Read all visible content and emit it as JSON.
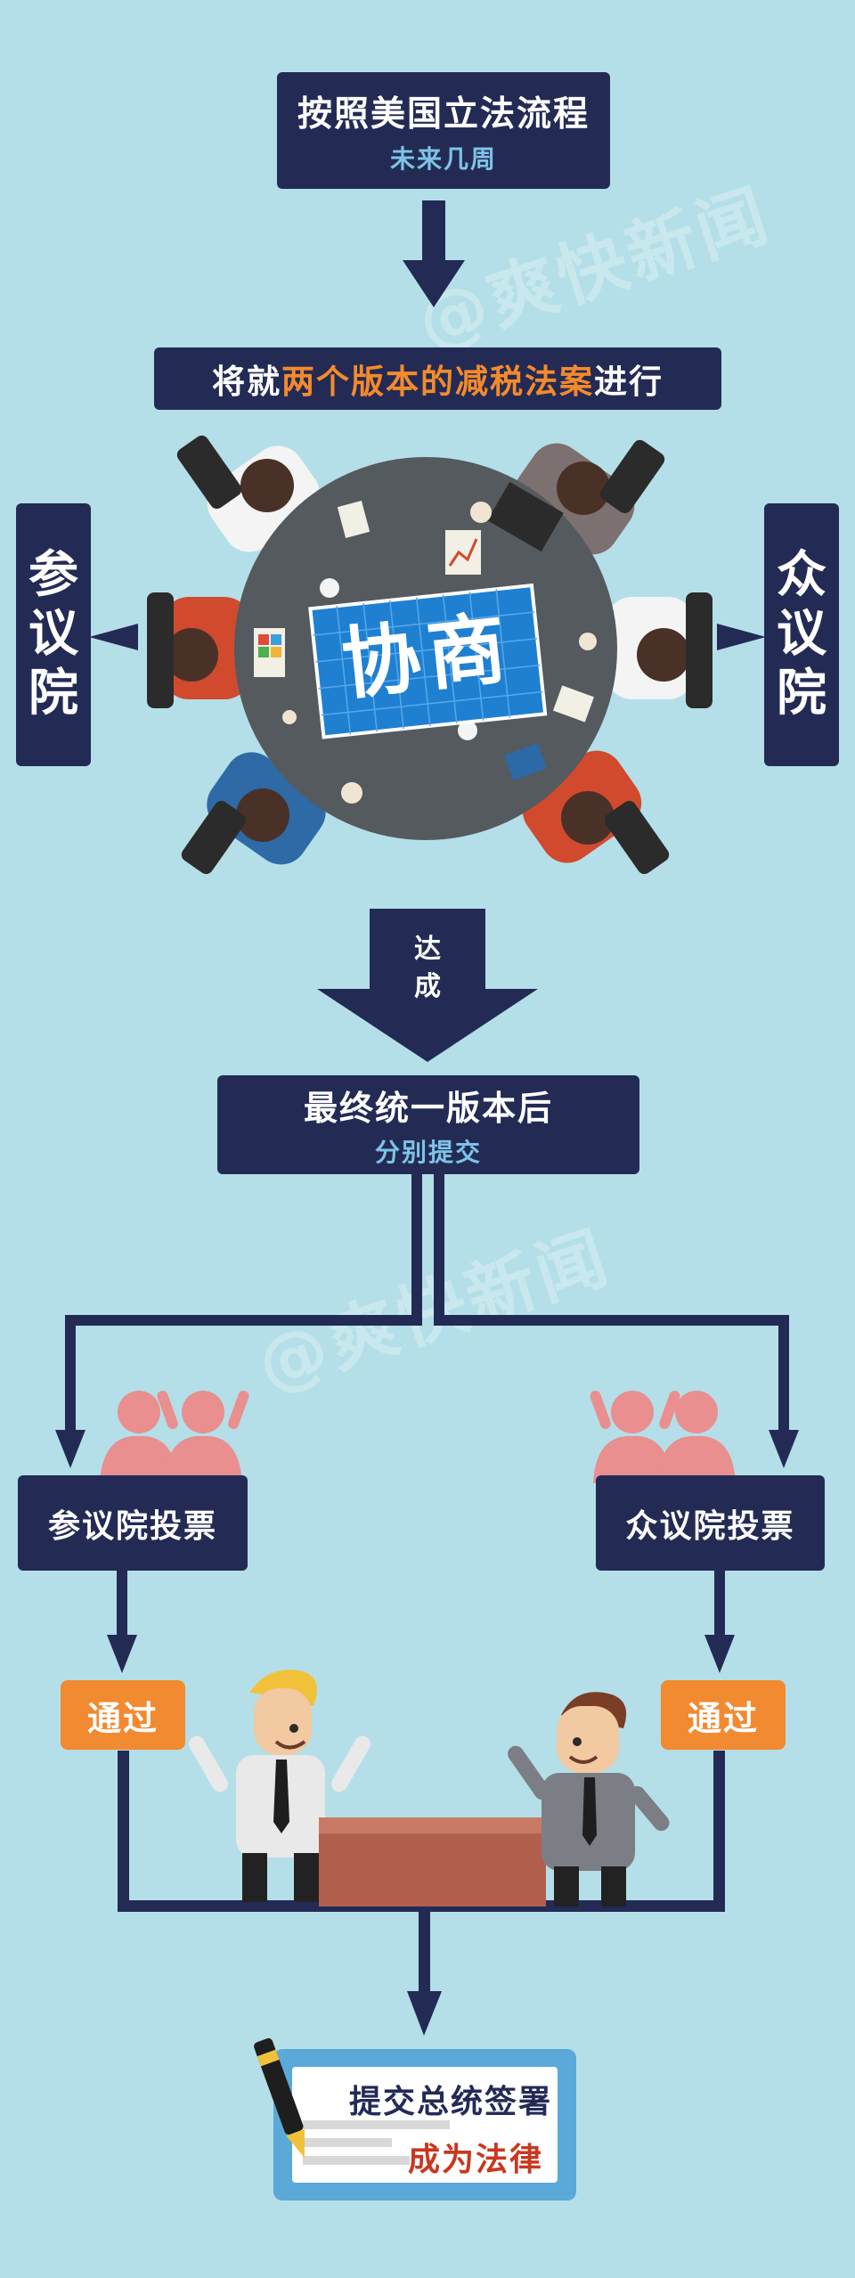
{
  "step1": {
    "title": "按照美国立法流程",
    "subtitle": "未来几周"
  },
  "step2": {
    "prefix": "将就",
    "highlight": "两个版本的减税法案",
    "suffix": "进行"
  },
  "senate_side": [
    "参",
    "议",
    "院"
  ],
  "house_side": [
    "众",
    "议",
    "院"
  ],
  "table_label": "协商",
  "reach": [
    "达",
    "成"
  ],
  "step3": {
    "title": "最终统一版本后",
    "subtitle": "分别提交"
  },
  "senate_vote": "参议院投票",
  "house_vote": "众议院投票",
  "pass_left": "通过",
  "pass_right": "通过",
  "final": {
    "line1": "提交总统签署",
    "line2": "成为法律"
  },
  "watermark": "@爽快新闻",
  "colors": {
    "navy": "#232b55",
    "sky_text": "#7ec3e6",
    "orange": "#f48a2c",
    "background": "#b4dfe8"
  }
}
